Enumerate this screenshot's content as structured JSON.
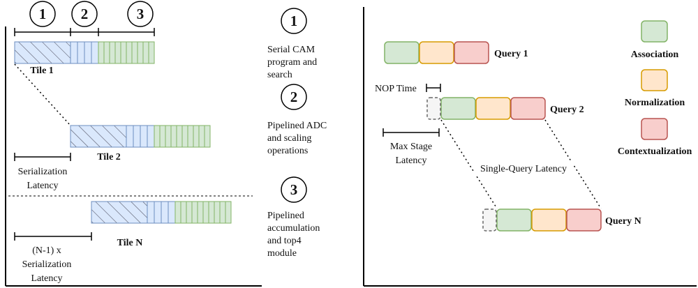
{
  "timeline": {
    "step_markers": [
      "1",
      "2",
      "3"
    ],
    "tiles": [
      {
        "label": "Tile 1"
      },
      {
        "label": "Tile 2"
      },
      {
        "label": "Tile N"
      }
    ],
    "serialization": {
      "line1": "Serialization",
      "line2": "Latency"
    },
    "n_serialization": {
      "line1": "(N-1) x",
      "line2": "Serialization",
      "line3": "Latency"
    }
  },
  "legend_steps": [
    {
      "number": "1",
      "lines": [
        "Serial CAM",
        "program and",
        "search"
      ]
    },
    {
      "number": "2",
      "lines": [
        "Pipelined ADC",
        "and scaling",
        "operations"
      ]
    },
    {
      "number": "3",
      "lines": [
        "Pipelined",
        "accumulation",
        "and top4",
        "module"
      ]
    }
  ],
  "pipeline": {
    "queries": [
      {
        "label": "Query 1"
      },
      {
        "label": "Query 2"
      },
      {
        "label": "Query N"
      }
    ],
    "nop_time": "NOP Time",
    "max_stage": {
      "line1": "Max Stage",
      "line2": "Latency"
    },
    "single_query_latency": "Single-Query Latency",
    "stages": [
      {
        "label": "Association",
        "fill": "#d5e8d4",
        "stroke": "#82b366"
      },
      {
        "label": "Normalization",
        "fill": "#ffe6cc",
        "stroke": "#d79b00"
      },
      {
        "label": "Contextualization",
        "fill": "#f8cecc",
        "stroke": "#b85450"
      }
    ]
  },
  "colors": {
    "hatch_fill": "#dae8fc",
    "hatch_stroke": "#6c8ebf",
    "green_fill": "#d5e8d4",
    "green_stroke": "#82b366",
    "nop_fill": "#f5f5f5",
    "nop_stroke": "#666666"
  }
}
